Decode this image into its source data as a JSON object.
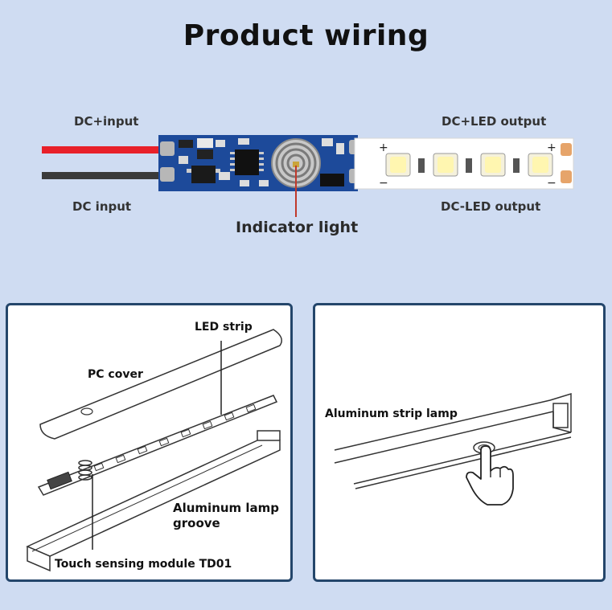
{
  "title": "Product wiring",
  "wiring": {
    "dc_plus_input": "DC+input",
    "dc_input": "DC input",
    "dc_plus_led_output": "DC+LED output",
    "dc_led_output": "DC-LED output",
    "indicator_light": "Indicator light",
    "plus_sign": "+",
    "minus_sign": "−",
    "colors": {
      "positive_wire": "#e8202a",
      "negative_wire": "#3a3a3a",
      "pcb": "#1d4a9a"
    }
  },
  "panel_left": {
    "led_strip": "LED strip",
    "pc_cover": "PC cover",
    "aluminum_groove_line1": "Aluminum lamp",
    "aluminum_groove_line2": "groove",
    "touch_module": "Touch sensing module TD01"
  },
  "panel_right": {
    "aluminum_strip_lamp": "Aluminum strip lamp"
  }
}
